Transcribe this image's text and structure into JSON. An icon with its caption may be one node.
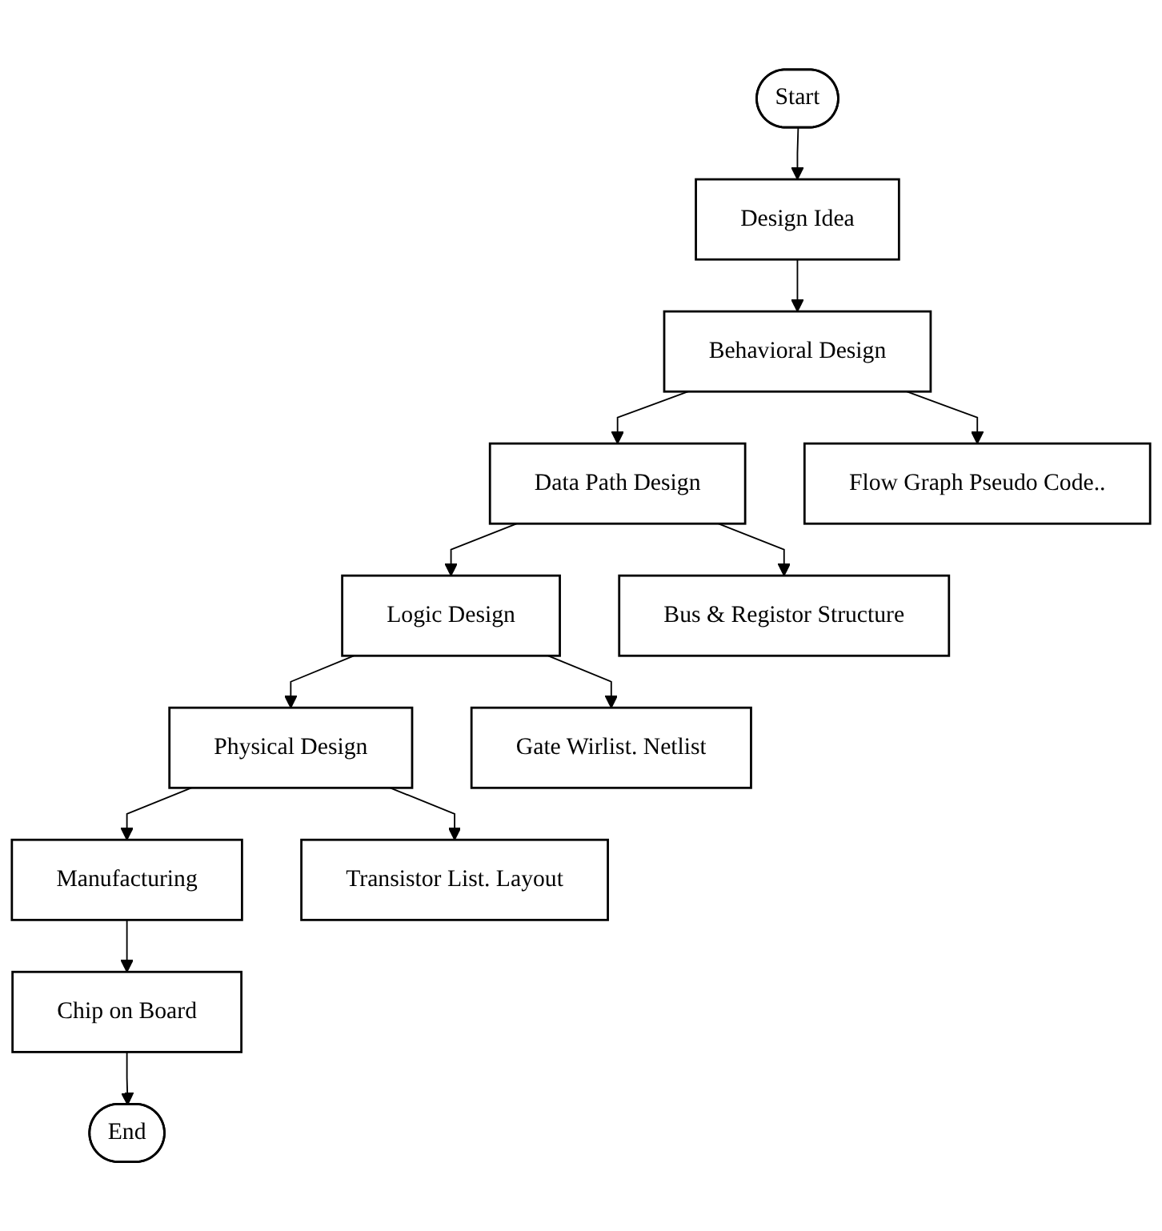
{
  "diagram": {
    "nodes": [
      {
        "text": [
          "Start"
        ]
      },
      {
        "text": [
          "Design Idea"
        ]
      },
      {
        "text": [
          "Behavioral Design"
        ]
      },
      {
        "text": [
          "Data Path Design"
        ]
      },
      {
        "text": [
          "Logic Design"
        ]
      },
      {
        "text": [
          "Physical Design"
        ]
      },
      {
        "text": [
          "Manufacturing"
        ]
      },
      {
        "text": [
          "Chip on Board"
        ]
      },
      {
        "text": [
          "End"
        ]
      },
      {
        "text": [
          "Flow Graph Pseudo Code.."
        ]
      },
      {
        "text": [
          "Bus & Registor Structure"
        ]
      },
      {
        "text": [
          "Gate Wirlist. Netlist"
        ]
      },
      {
        "text": [
          "Transistor List. Layout"
        ]
      }
    ],
    "edges": [
      {
        "from": 0,
        "to": 1,
        "arrow": "to"
      },
      {
        "from": 1,
        "to": 2,
        "arrow": "to"
      },
      {
        "from": 2,
        "to": 3,
        "arrow": "to"
      },
      {
        "from": 2,
        "to": 9,
        "arrow": "to"
      },
      {
        "from": 3,
        "to": 4,
        "arrow": "to"
      },
      {
        "from": 3,
        "to": 10,
        "arrow": "to"
      },
      {
        "from": 4,
        "to": 5,
        "arrow": "to"
      },
      {
        "from": 4,
        "to": 11,
        "arrow": "to"
      },
      {
        "from": 5,
        "to": 6,
        "arrow": "to"
      },
      {
        "from": 5,
        "to": 12,
        "arrow": "to"
      },
      {
        "from": 6,
        "to": 7,
        "arrow": "to"
      },
      {
        "from": 7,
        "to": 8,
        "arrow": "to"
      }
    ]
  }
}
